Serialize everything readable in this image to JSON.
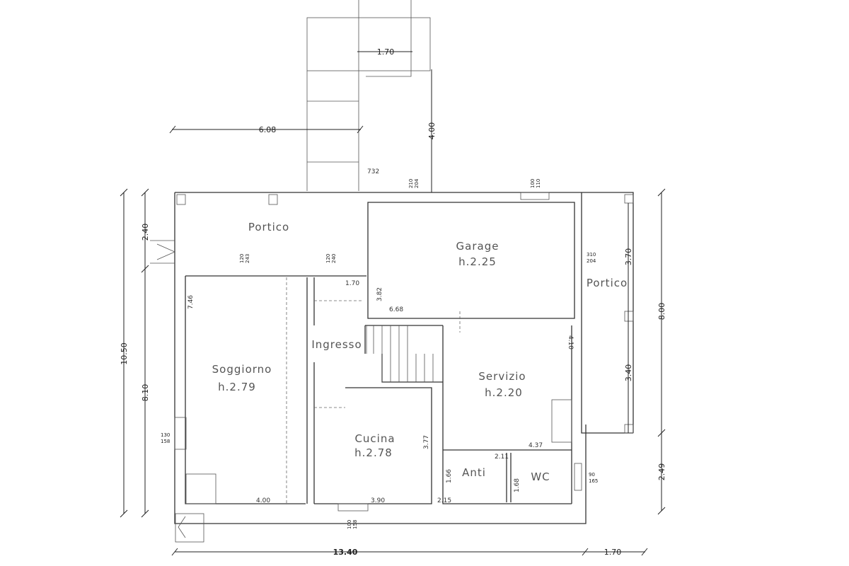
{
  "rooms": {
    "portico_front": "Portico",
    "garage": "Garage",
    "garage_height": "h.2.25",
    "portico_side": "Portico",
    "ingresso": "Ingresso",
    "soggiorno": "Soggiorno",
    "soggiorno_height": "h.2.79",
    "servizio": "Servizio",
    "servizio_height": "h.2.20",
    "cucina": "Cucina",
    "cucina_height": "h.2.78",
    "anti": "Anti",
    "wc": "WC"
  },
  "dimensions": {
    "stair_width": "1.70",
    "stair_length": "4.00",
    "top_left": "6.08",
    "stair_depth": "732",
    "left_total": "10.50",
    "left_portico": "2.40",
    "left_main": "8.10",
    "right_total": "8.00",
    "right_upper": "3.70",
    "right_lower": "3.40",
    "right_bottom": "2.49",
    "bottom_total": "13.40",
    "bottom_right": "1.70",
    "soggiorno_depth": "7.46",
    "soggiorno_width": "4.00",
    "ingresso_width": "1.70",
    "garage_depth": "3.82",
    "garage_width": "6.68",
    "servizio_depth": "4.10",
    "servizio_width": "4.37",
    "cucina_depth": "3.77",
    "cucina_width": "3.90",
    "anti_depth": "1.66",
    "anti_width": "2.15",
    "wc_depth": "1.68",
    "wc_width": "2.11"
  },
  "openings": {
    "door_soggiorno": [
      "120",
      "243"
    ],
    "door_ingresso": [
      "120",
      "240"
    ],
    "door_garage_top": [
      "210",
      "204"
    ],
    "window_garage_top": [
      "100",
      "110"
    ],
    "door_garage_right": [
      "310",
      "204"
    ],
    "window_soggiorno": [
      "130",
      "158"
    ],
    "window_cucina": [
      "100",
      "158"
    ],
    "window_wc": [
      "90",
      "165"
    ]
  }
}
